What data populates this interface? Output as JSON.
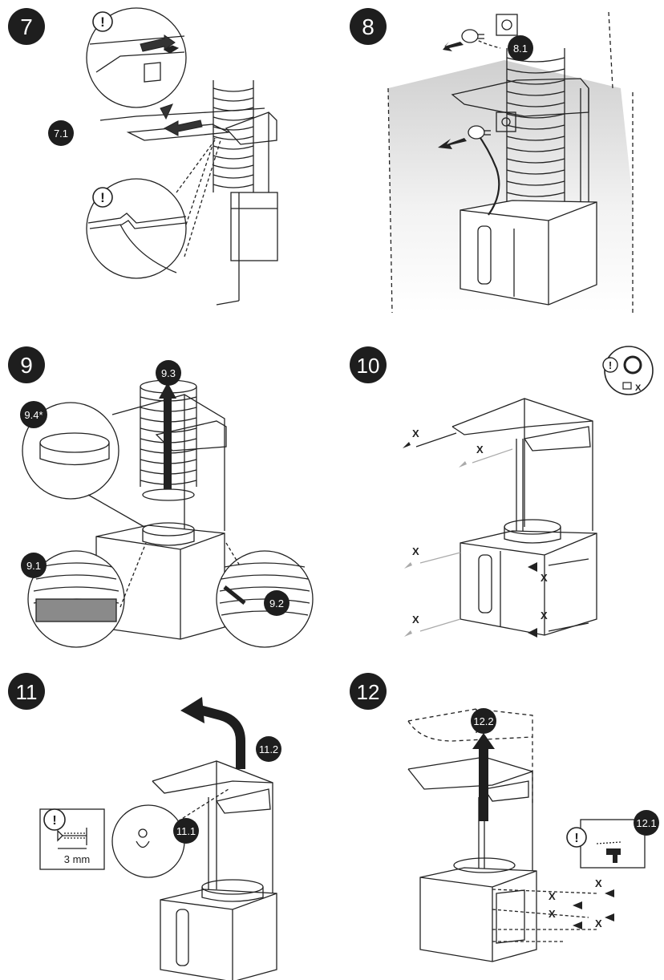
{
  "steps": [
    {
      "number": "7",
      "callouts": [
        "7.1"
      ],
      "warning_symbol": "!"
    },
    {
      "number": "8",
      "callouts": [
        "8.1"
      ]
    },
    {
      "number": "9",
      "callouts": [
        "9.3",
        "9.4*",
        "9.1",
        "9.2"
      ]
    },
    {
      "number": "10",
      "callouts": [],
      "screw_mark": "X",
      "badge_x": "X"
    },
    {
      "number": "11",
      "callouts": [
        "11.2",
        "11.1"
      ],
      "measure": "3 mm"
    },
    {
      "number": "12",
      "callouts": [
        "12.2",
        "12.1"
      ],
      "screw_mark": "X"
    }
  ],
  "colors": {
    "badge": "#1e1e1e",
    "line": "#222222",
    "wall_shade": "#cfcfcf"
  },
  "icons": [
    "warning-icon",
    "rotate-icon",
    "screw-icon",
    "drill-icon",
    "plug-icon",
    "socket-icon"
  ]
}
